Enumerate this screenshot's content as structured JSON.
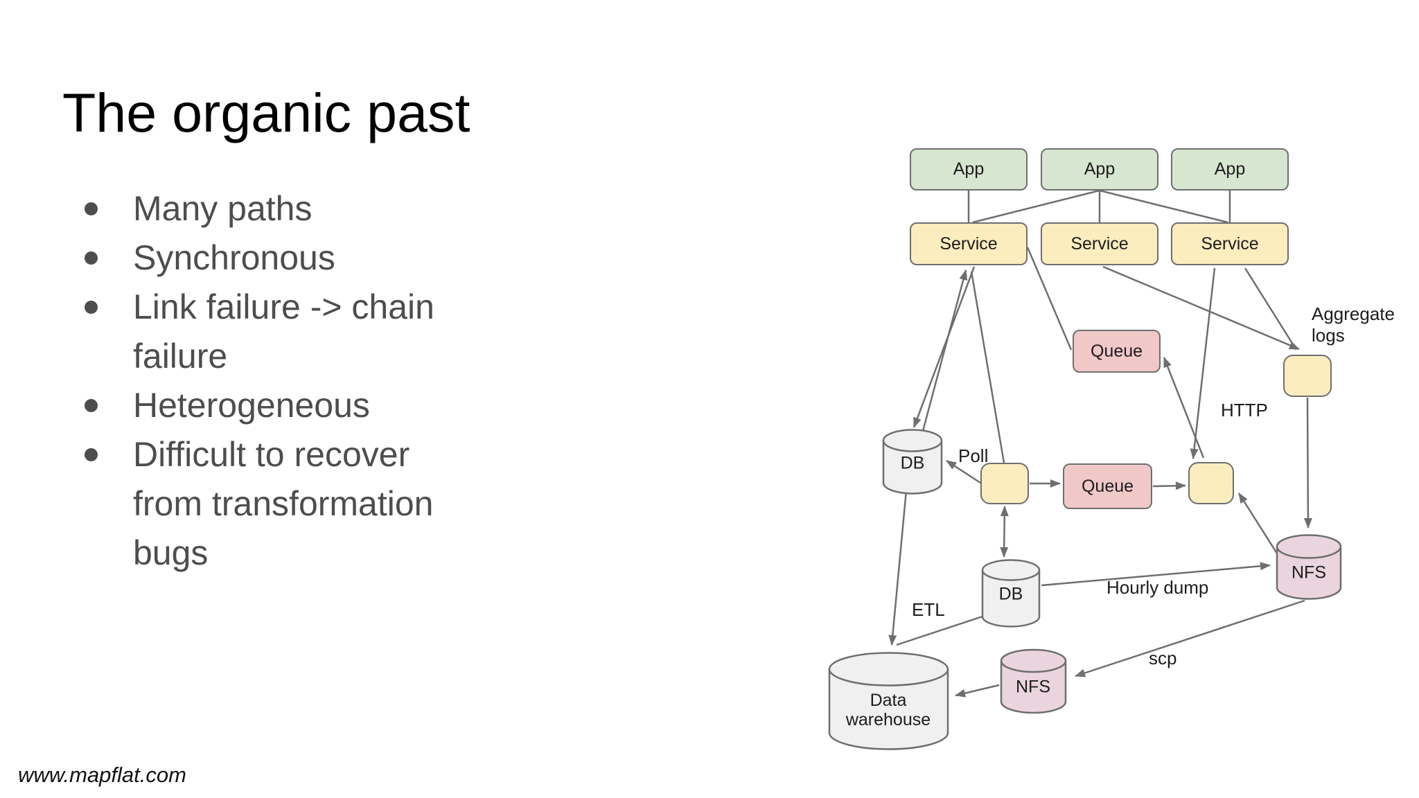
{
  "slide": {
    "title": "The organic past",
    "bullets": [
      "Many paths",
      "Synchronous",
      "Link failure -> chain failure",
      "Heterogeneous",
      "Difficult to recover from transformation bugs"
    ],
    "footer": "www.mapflat.com"
  },
  "diagram": {
    "node_labels": {
      "app": "App",
      "service": "Service",
      "queue": "Queue",
      "db": "DB",
      "nfs": "NFS",
      "warehouse": "Data warehouse"
    },
    "edge_labels": {
      "aggregate_logs": "Aggregate logs",
      "http": "HTTP",
      "poll": "Poll",
      "etl": "ETL",
      "hourly_dump": "Hourly dump",
      "scp": "scp"
    },
    "colors": {
      "app_fill": "#d7e6d0",
      "service_fill": "#fcedbf",
      "queue_fill": "#f1c8c8",
      "nfs_fill": "#ead5de",
      "db_fill": "#f0f0f0",
      "stroke": "#6e6e6e",
      "title_text": "#000000",
      "body_text": "#4d4d4d"
    }
  }
}
